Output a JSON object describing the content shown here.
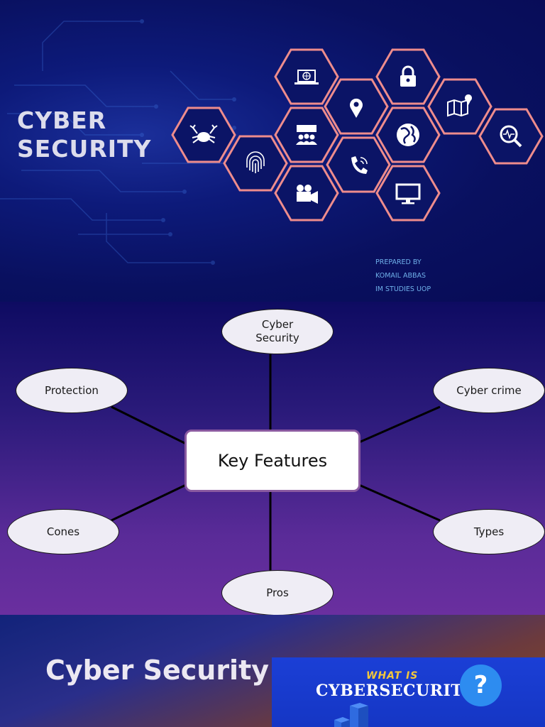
{
  "slide1": {
    "title_line1": "CYBER",
    "title_line2": "SECURITY",
    "credits": [
      "PREPARED BY",
      "KOMAIL ABBAS",
      "IM STUDIES UOP"
    ],
    "hex_icons": [
      "crab-icon",
      "fingerprint-icon",
      "camera-icon",
      "laptop-globe-icon",
      "team-icon",
      "location-pin-icon",
      "phone-icon",
      "lock-icon",
      "globe-icon",
      "monitor-icon",
      "map-icon",
      "search-pulse-icon"
    ],
    "hex_border_color": "#f08a8a"
  },
  "slide2": {
    "center": "Key Features",
    "nodes": {
      "top_line1": "Cyber",
      "top_line2": "Security",
      "left_top": "Protection",
      "right_top": "Cyber crime",
      "left_bottom": "Cones",
      "right_bottom": "Types",
      "bottom": "Pros"
    }
  },
  "slide3": {
    "title": "Cyber Security",
    "thumb_what": "WHAT IS",
    "thumb_cyber": "CYBERSECURITY",
    "thumb_q": "?"
  }
}
